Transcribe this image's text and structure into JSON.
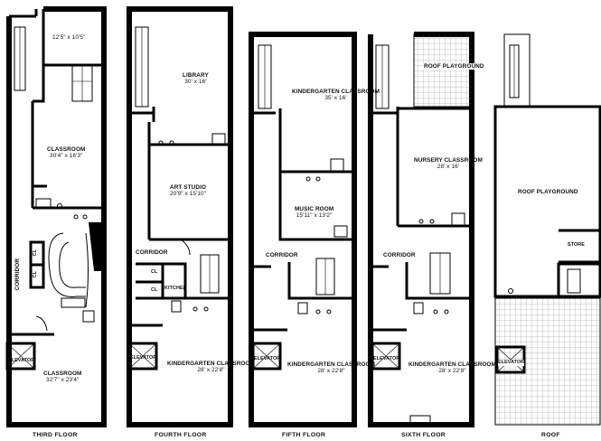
{
  "floors": [
    {
      "label": "THIRD FLOOR",
      "rooms": [
        {
          "name": "",
          "dims": "12'5\" x 10'5\""
        },
        {
          "name": "CLASSROOM",
          "dims": "30'4\" x 16'3\""
        },
        {
          "name": "CORRIDOR",
          "dims": ""
        },
        {
          "name": "CL",
          "dims": ""
        },
        {
          "name": "CL",
          "dims": ""
        },
        {
          "name": "ELEVATOR",
          "dims": ""
        },
        {
          "name": "CLASSROOM",
          "dims": "32'7\" x 23'4\""
        }
      ]
    },
    {
      "label": "FOURTH FLOOR",
      "rooms": [
        {
          "name": "LIBRARY",
          "dims": "30' x 16'"
        },
        {
          "name": "ART STUDIO",
          "dims": "20'9\" x 15'10\""
        },
        {
          "name": "CORRIDOR",
          "dims": ""
        },
        {
          "name": "CL",
          "dims": ""
        },
        {
          "name": "CL",
          "dims": ""
        },
        {
          "name": "KITCHEN",
          "dims": ""
        },
        {
          "name": "ELEVATOR",
          "dims": ""
        },
        {
          "name": "KINDERGARTEN CLASSROOM",
          "dims": "28' x 22'8\""
        }
      ]
    },
    {
      "label": "FIFTH FLOOR",
      "rooms": [
        {
          "name": "KINDERGARTEN CLASSROOM",
          "dims": "35' x 16'"
        },
        {
          "name": "MUSIC ROOM",
          "dims": "15'11\" x 13'2\""
        },
        {
          "name": "CORRIDOR",
          "dims": ""
        },
        {
          "name": "ELEVATOR",
          "dims": ""
        },
        {
          "name": "KINDERGARTEN CLASSROOM",
          "dims": "28' x 22'8\""
        }
      ]
    },
    {
      "label": "SIXTH FLOOR",
      "rooms": [
        {
          "name": "ROOF PLAYGROUND",
          "dims": ""
        },
        {
          "name": "NURSERY CLASSROOM",
          "dims": "28' x 16'"
        },
        {
          "name": "CORRIDOR",
          "dims": ""
        },
        {
          "name": "ELEVATOR",
          "dims": ""
        },
        {
          "name": "KINDERGARTEN CLASSROOM",
          "dims": "28' x 22'8\""
        }
      ]
    },
    {
      "label": "ROOF",
      "rooms": [
        {
          "name": "ROOF PLAYGROUND",
          "dims": ""
        },
        {
          "name": "STORE",
          "dims": ""
        },
        {
          "name": "ELEVATOR",
          "dims": ""
        }
      ]
    }
  ]
}
